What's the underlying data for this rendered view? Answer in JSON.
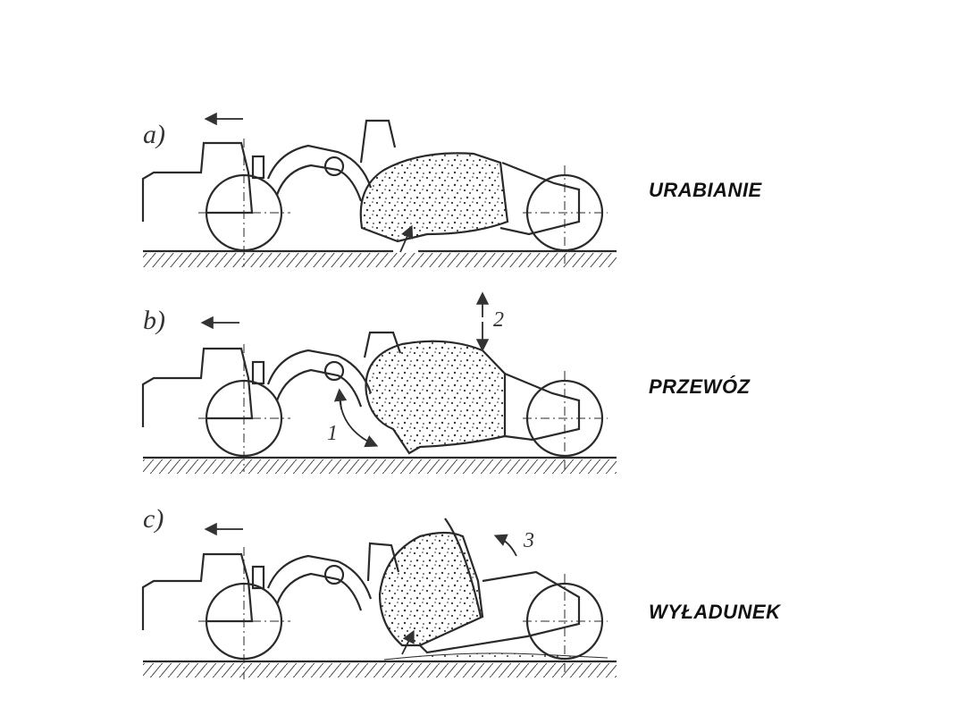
{
  "panels": [
    {
      "letter": "a)",
      "label": "URABIANIE",
      "arrow_number": ""
    },
    {
      "letter": "b)",
      "label": "PRZEWÓZ",
      "arrow_numbers": [
        "1",
        "2"
      ]
    },
    {
      "letter": "c)",
      "label": "WYŁADUNEK",
      "arrow_number": "3"
    }
  ],
  "colors": {
    "ink": "#2a2a2a",
    "paper": "#ffffff"
  }
}
